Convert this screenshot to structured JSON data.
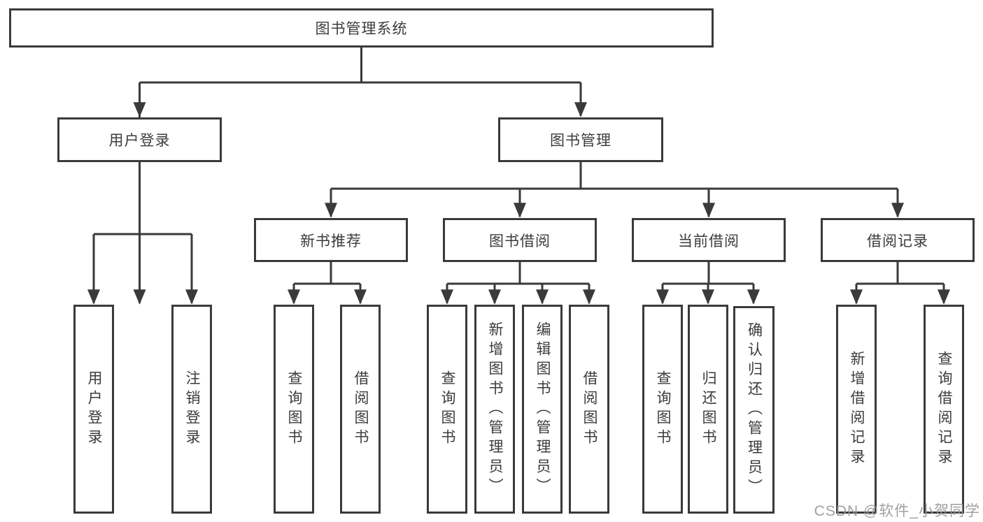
{
  "title": "图书管理系统",
  "nodes": {
    "root": {
      "label": "图书管理系统"
    },
    "level2": [
      {
        "label": "用户登录"
      },
      {
        "label": "图书管理"
      }
    ],
    "level3": [
      {
        "label": "新书推荐"
      },
      {
        "label": "图书借阅"
      },
      {
        "label": "当前借阅"
      },
      {
        "label": "借阅记录"
      }
    ],
    "leaves": [
      {
        "label": "用户登录"
      },
      {
        "label": "注销登录"
      },
      {
        "label": "查询图书"
      },
      {
        "label": "借阅图书"
      },
      {
        "label": "查询图书"
      },
      {
        "label": "新增图书（管理员）"
      },
      {
        "label": "编辑图书（管理员）"
      },
      {
        "label": "借阅图书"
      },
      {
        "label": "查询图书"
      },
      {
        "label": "归还图书"
      },
      {
        "label": "确认归还（管理员）"
      },
      {
        "label": "新增借阅记录"
      },
      {
        "label": "查询借阅记录"
      }
    ]
  },
  "watermark": {
    "text": "CSDN @软件_小贺同学"
  },
  "colors": {
    "line": "#3a3a3a",
    "text": "#3c3c3c",
    "watermark": "#989898",
    "background": "#ffffff"
  }
}
